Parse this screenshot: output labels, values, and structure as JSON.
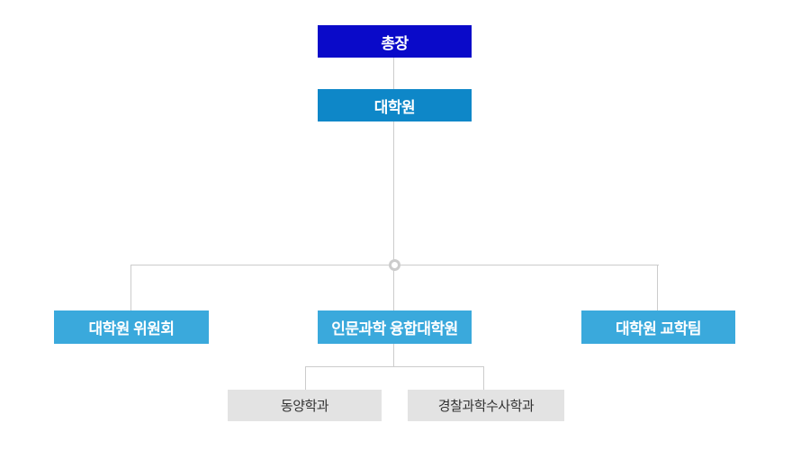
{
  "org_chart": {
    "type": "org-tree",
    "nodes": {
      "president": {
        "label": "총장",
        "level": 1
      },
      "gradschool": {
        "label": "대학원",
        "level": 2
      },
      "committee": {
        "label": "대학원 위원회",
        "level": 3
      },
      "humanities": {
        "label": "인문과학 융합대학원",
        "level": 3
      },
      "team": {
        "label": "대학원 교학팀",
        "level": 3
      },
      "oriental": {
        "label": "동양학과",
        "level": 4,
        "parent": "humanities"
      },
      "police": {
        "label": "경찰과학수사학과",
        "level": 4,
        "parent": "humanities"
      }
    },
    "colors": {
      "president_bg": "#0a0ac9",
      "gradschool_bg": "#0e87c8",
      "level3_bg": "#3aa9dc",
      "level4_bg": "#e3e3e3",
      "node_text": "#ffffff",
      "level4_text": "#333333",
      "connector": "#cccccc",
      "background": "#ffffff"
    }
  }
}
